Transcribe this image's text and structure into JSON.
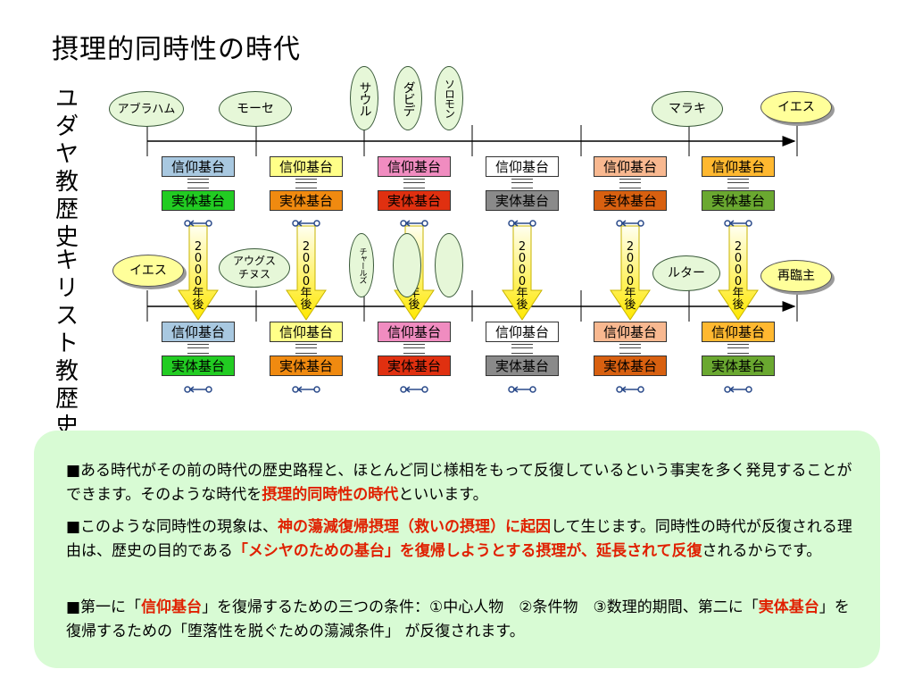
{
  "title": "摂理的同時性の時代",
  "left_labels": {
    "judaism": "ユダヤ教歴史",
    "christianity": "キリスト教歴史"
  },
  "top_ovals": {
    "abraham": "アブラハム",
    "moses": "モーセ",
    "saul": "サウル",
    "david": "ダビデ",
    "solomon": "ソロモン",
    "malachi": "マラキ",
    "jesus": "イエス"
  },
  "bottom_ovals": {
    "jesus": "イエス",
    "augustine": "アウグス チヌス",
    "charles": "チャールズ",
    "luther": "ルター",
    "second_coming": "再臨主"
  },
  "box_labels": {
    "faith": "信仰基台",
    "substance": "実体基台"
  },
  "arrow_label": "2000年後",
  "columns": [
    {
      "faith_color": "#a8c8e0",
      "substance_color": "#22cc22"
    },
    {
      "faith_color": "#ffff88",
      "substance_color": "#f08a10"
    },
    {
      "faith_color": "#f08cc0",
      "substance_color": "#e03010"
    },
    {
      "faith_color": "#ffffff",
      "substance_color": "#8a8a8a"
    },
    {
      "faith_color": "#f8b890",
      "substance_color": "#d86010"
    },
    {
      "faith_color": "#ffb830",
      "substance_color": "#6aa830"
    }
  ],
  "description": {
    "p1_a": "■ある時代がその前の時代の歴史路程と、ほとんど同じ様相をもって反復しているという事実を多く発見することができます。そのような時代を",
    "p1_hl": "摂理的同時性の時代",
    "p1_b": "といいます。",
    "p2_a": "■このような同時性の現象は、",
    "p2_hl1": "神の蕩減復帰摂理（救いの摂理）に起因",
    "p2_b": "して生じます。同時性の時代が反復される理由は、歴史の目的である",
    "p2_hl2": "「メシヤのための基台」を復帰しようとする摂理が、延長されて反復",
    "p2_c": "されるからです。",
    "p3_a": "■第一に「",
    "p3_hl1": "信仰基台",
    "p3_b": "」を復帰するための三つの条件：①中心人物　②条件物　③数理的期間、第二に「",
    "p3_hl2": "実体基台",
    "p3_c": "」を復帰するための「堕落性を脱ぐための蕩減条件」 が反復されます。"
  }
}
